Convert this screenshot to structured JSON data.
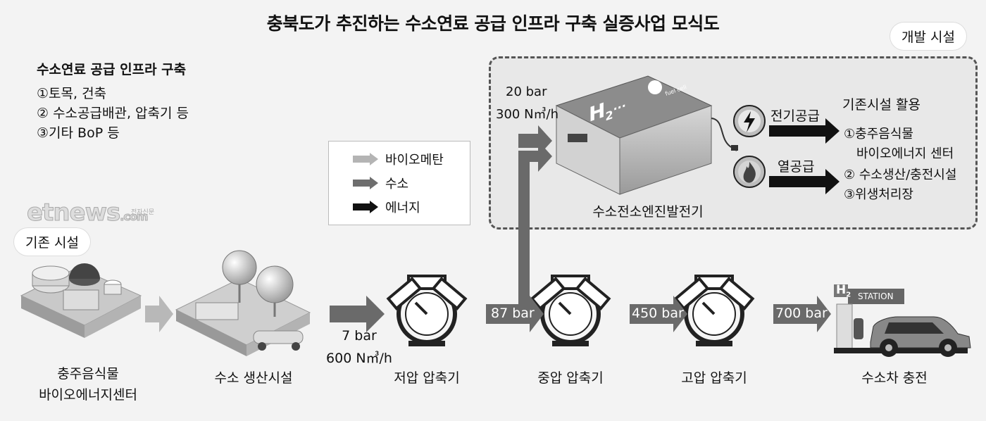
{
  "title": "충북도가 추진하는 수소연료 공급 인프라 구축 실증사업 모식도",
  "badges": {
    "dev": "개발 시설",
    "existing": "기존 시설"
  },
  "infra": {
    "heading": "수소연료 공급 인프라 구축",
    "items": [
      "①토목, 건축",
      "② 수소공급배관, 압축기 등",
      "③기타 BoP 등"
    ]
  },
  "legend": [
    {
      "label": "바이오메탄",
      "color": "#b4b4b4"
    },
    {
      "label": "수소",
      "color": "#6e6e6e"
    },
    {
      "label": "에너지",
      "color": "#111111"
    }
  ],
  "watermark": {
    "brand": "etnews",
    "sub": "전자신문",
    "com": ".com"
  },
  "flow": {
    "bio_center": [
      "충주음식물",
      "바이오에너지센터"
    ],
    "h2_plant": "수소 생산시설",
    "feed": {
      "pressure": "7 bar",
      "flow": "600 N㎥/h"
    },
    "low": "저압 압축기",
    "mid": "중압 압축기",
    "high": "고압 압축기",
    "station": "수소차 충전",
    "p87": "87 bar",
    "p450": "450 bar",
    "p700": "700 bar"
  },
  "station_sign": {
    "h2": "H",
    "sub": "2",
    "text": "STATION"
  },
  "engine": {
    "label": "수소전소엔진발전기",
    "pressure": "20 bar",
    "flow": "300 N㎥/h",
    "panel_h2": "H",
    "panel_sub": "2",
    "panel_dots": "···",
    "panel_brand": "fuel cell"
  },
  "outputs": {
    "elec": "전기공급",
    "heat": "열공급"
  },
  "reuse": {
    "heading": "기존시설 활용",
    "items": [
      "①충주음식물",
      "바이오에너지 센터",
      "② 수소생산/충전시설",
      "③위생처리장"
    ]
  }
}
